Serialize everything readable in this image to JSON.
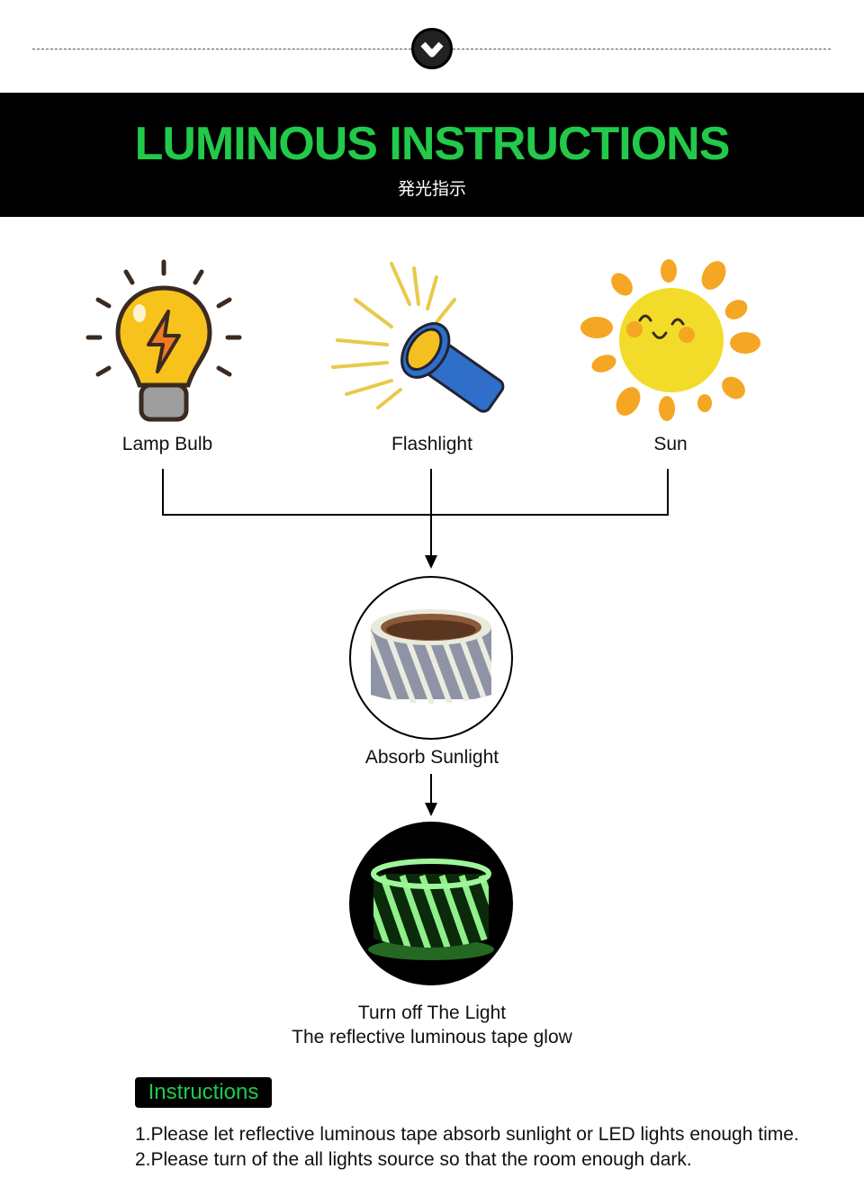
{
  "header": {
    "title": "LUMINOUS INSTRUCTIONS",
    "subtitle": "発光指示",
    "scroll_icon": "chevron-down-icon"
  },
  "sources": [
    {
      "label": "Lamp Bulb",
      "icon": "lamp-bulb-icon"
    },
    {
      "label": "Flashlight",
      "icon": "flashlight-icon"
    },
    {
      "label": "Sun",
      "icon": "sun-icon"
    }
  ],
  "steps": {
    "absorb": "Absorb Sunlight",
    "glow_line1": "Turn off The Light",
    "glow_line2": "The reflective luminous tape glow"
  },
  "instructions": {
    "badge": "Instructions",
    "items": [
      "1.Please let reflective luminous tape absorb sunlight or LED lights enough time.",
      "2.Please turn of the all lights source so that the room enough dark."
    ]
  },
  "colors": {
    "accent": "#22c94a",
    "banner": "#000000"
  }
}
